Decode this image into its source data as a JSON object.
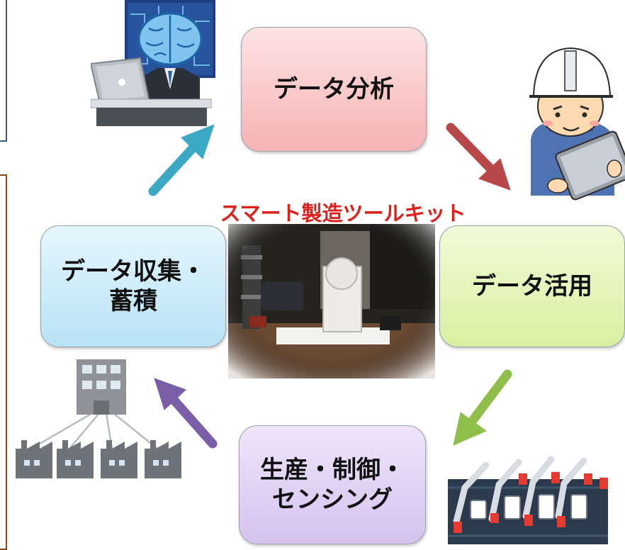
{
  "boxes": {
    "analysis": "データ分析",
    "utilization": "データ活用",
    "production": "生産・制御・\nセンシング",
    "collection": "データ収集・\n蓄積"
  },
  "center": {
    "title": "スマート製造ツールキット"
  },
  "colors": {
    "analysis_fill": "#f6b4b4",
    "utilization_fill": "#d8f0a0",
    "production_fill": "#d5c2ef",
    "collection_fill": "#b8e3f6",
    "title_red": "#e0201b",
    "arrow_teal": "#3ba9c3",
    "arrow_red": "#b8474a",
    "arrow_green": "#8fbf4a",
    "arrow_purple": "#7b5ea8"
  },
  "icons": [
    "ai-brain-analyst-icon",
    "helmet-worker-tablet-icon",
    "factory-network-icon",
    "robot-arm-line-icon"
  ]
}
